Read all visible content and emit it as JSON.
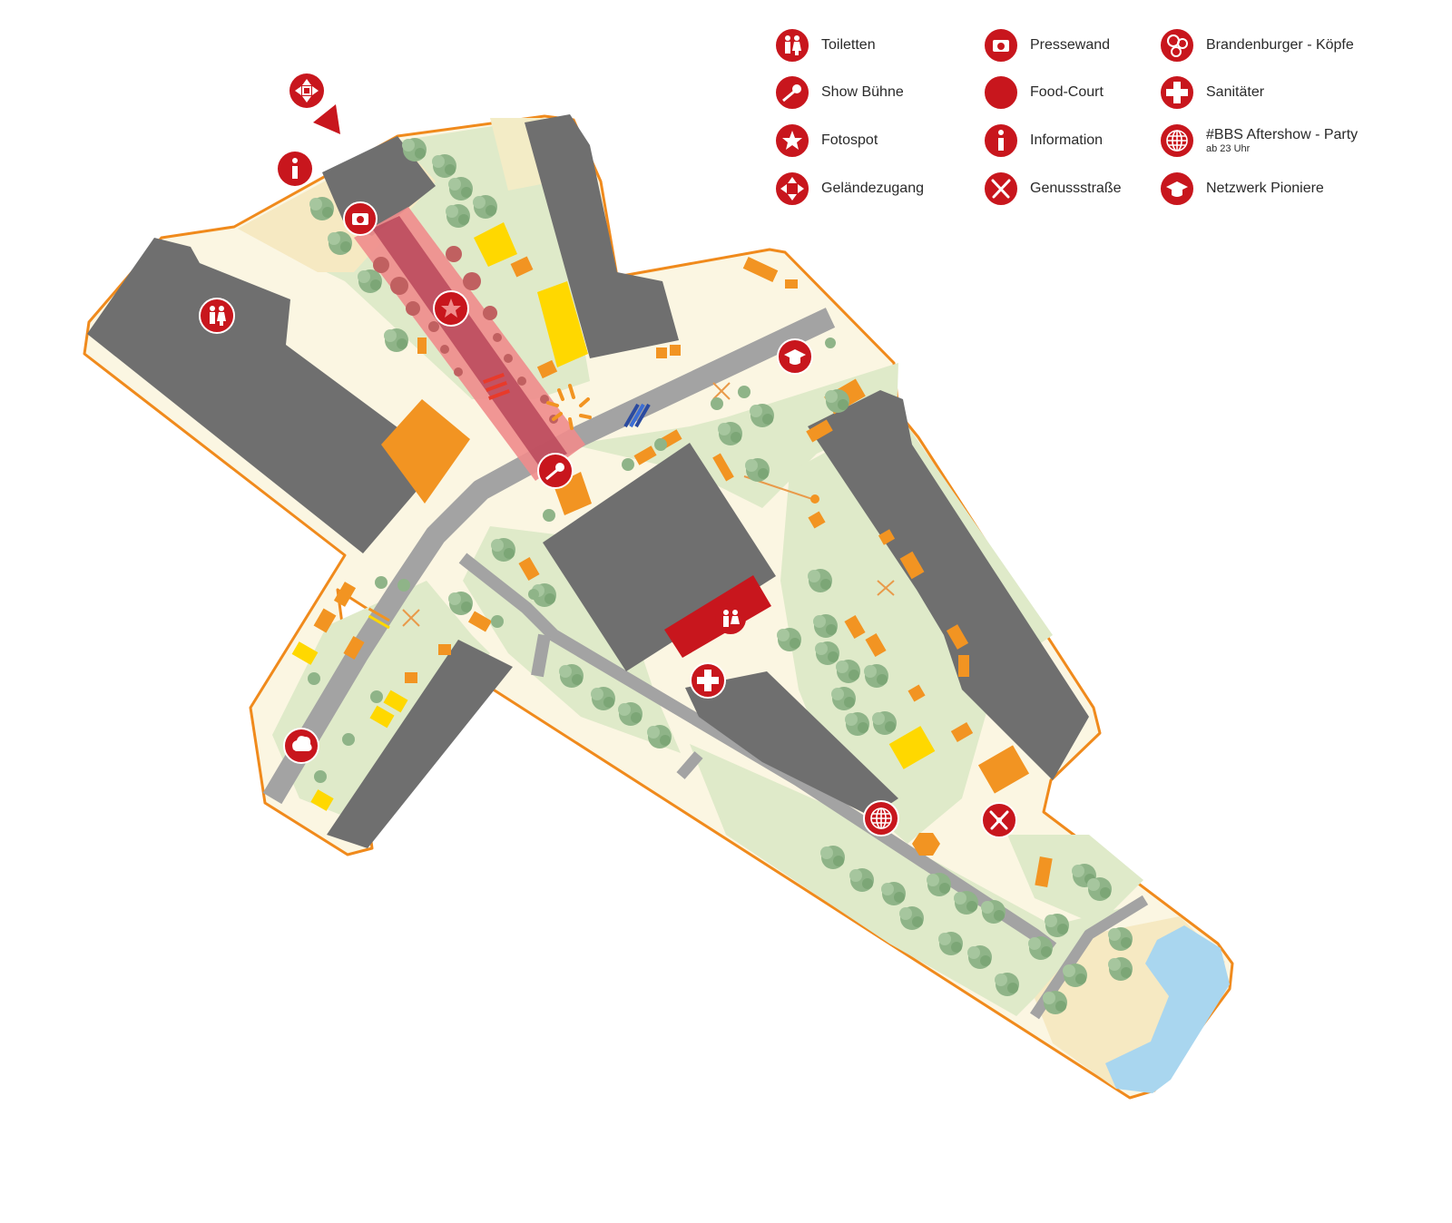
{
  "colors": {
    "accent_red": "#c8161d",
    "outline_orange": "#f08a1c",
    "building_gray": "#6f6f6f",
    "ground_cream": "#fbf6e2",
    "grass_green": "#dfeac9",
    "tree_green": "#8fb488",
    "tent_orange": "#f29422",
    "tent_yellow": "#ffd800",
    "water_blue": "#a9d6ef",
    "sand": "#f6e9c2"
  },
  "legend": {
    "col1": [
      {
        "label": "Toiletten",
        "icon": "toilet-icon"
      },
      {
        "label": "Show Bühne",
        "icon": "microphone-icon"
      },
      {
        "label": "Fotospot",
        "icon": "star-icon"
      },
      {
        "label": "Geländezugang",
        "icon": "entrance-arrows-icon"
      }
    ],
    "col2": [
      {
        "label": "Pressewand",
        "icon": "camera-icon"
      },
      {
        "label": "Food-Court",
        "icon": "food-court-icon"
      },
      {
        "label": "Information",
        "icon": "info-icon"
      },
      {
        "label": "Genussstraße",
        "icon": "fork-spoon-icon"
      }
    ],
    "col3": [
      {
        "label": "Brandenburger - Köpfe",
        "icon": "heads-icon"
      },
      {
        "label": "Sanitäter",
        "icon": "first-aid-cross-icon"
      },
      {
        "label": "#BBS Aftershow - Party",
        "sub": "ab 23 Uhr",
        "icon": "globe-icon"
      },
      {
        "label": "Netzwerk Pioniere",
        "icon": "graduation-cap-icon"
      }
    ]
  }
}
